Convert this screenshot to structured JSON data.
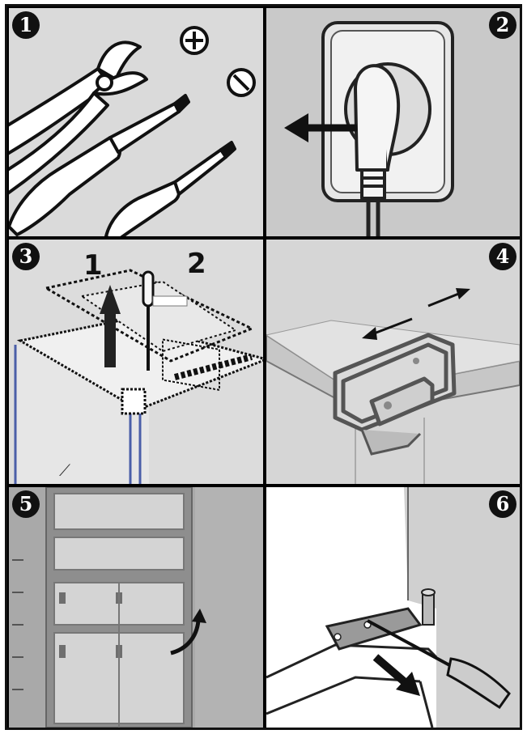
{
  "steps": [
    {
      "number": "1"
    },
    {
      "number": "2"
    },
    {
      "number": "3",
      "labels": [
        "1",
        "2"
      ]
    },
    {
      "number": "4"
    },
    {
      "number": "5"
    },
    {
      "number": "6"
    }
  ],
  "colors": {
    "frame": "#111111",
    "panel_gray": "#d9d9d9",
    "hinge_blue": "#4a5ea8"
  }
}
